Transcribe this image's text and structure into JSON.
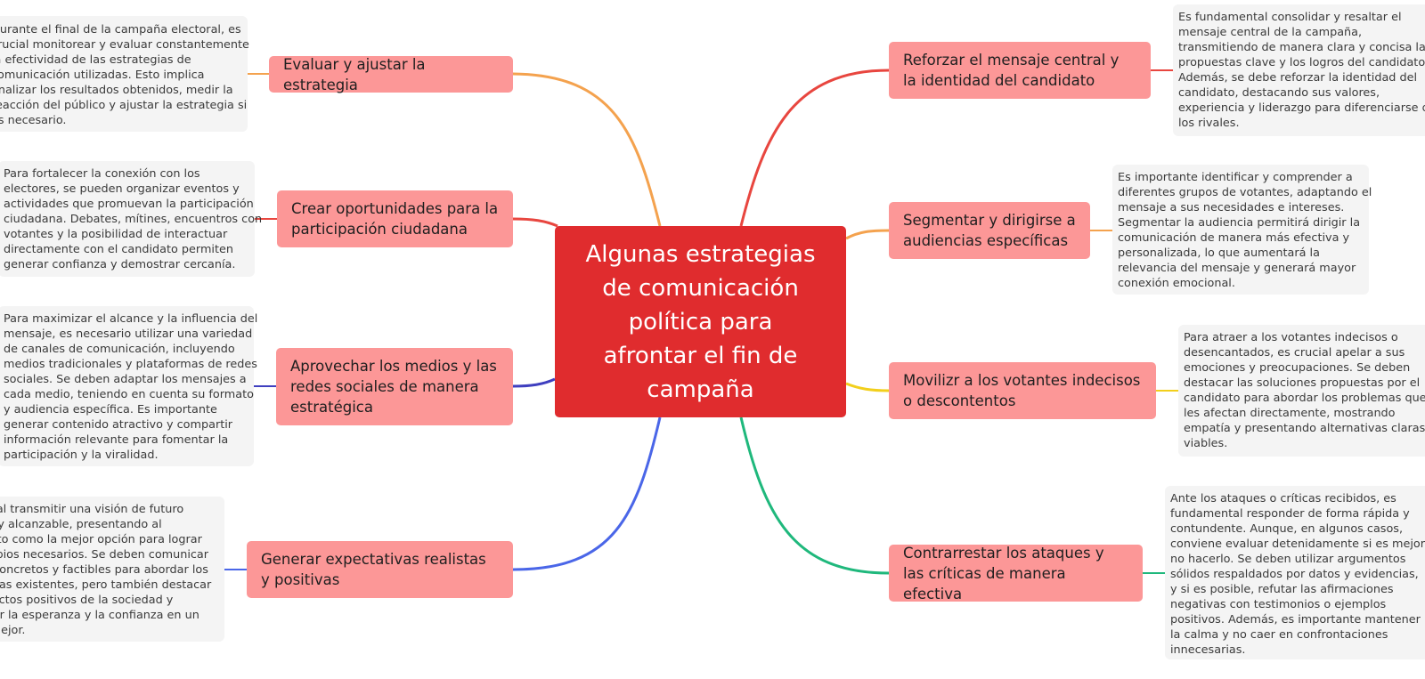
{
  "central": {
    "lines": [
      "Algunas estrategias",
      "de comunicación",
      "política para",
      "afrontar el fin de",
      "campaña"
    ]
  },
  "colors": {
    "central": "#e02c2e",
    "topic": "#fc9797",
    "note": "#f4f4f4",
    "branch_evaluar": "#f4a24e",
    "branch_crear": "#e8463f",
    "branch_aprovechar": "#3f3fbf",
    "branch_generar": "#4a66e8",
    "branch_reforzar": "#e8463f",
    "branch_segmentar": "#f4a24e",
    "branch_movilizar": "#f2cf1c",
    "branch_contrarrestar": "#1fb87c"
  },
  "topics": {
    "evaluar": "Evaluar y ajustar la estrategia",
    "crear": "Crear oportunidades para la participación ciudadana",
    "aprovechar": "Aprovechar los medios y las redes sociales de manera estratégica",
    "generar": "Generar expectativas realistas y positivas",
    "reforzar": "Reforzar el mensaje central y la identidad del candidato",
    "segmentar": "Segmentar y dirigirse a audiencias específicas",
    "movilizar": "Movilizr a los votantes indecisos o descontentos",
    "contrarrestar": "Contrarrestar los ataques y las críticas de manera efectiva"
  },
  "notes": {
    "evaluar": [
      "Durante el final de la campaña electoral, es",
      "crucial monitorear y evaluar constantemente",
      "la efectividad de las estrategias de",
      "comunicación utilizadas. Esto implica",
      "analizar los resultados obtenidos, medir la",
      "reacción del público y ajustar la estrategia si",
      "es necesario."
    ],
    "crear": [
      "Para fortalecer la conexión con los",
      "electores, se pueden organizar eventos y",
      "actividades que promuevan la participación",
      "ciudadana. Debates, mítines, encuentros con",
      "votantes y la posibilidad de interactuar",
      "directamente con el candidato permiten",
      "generar confianza y demostrar cercanía."
    ],
    "aprovechar": [
      "Para maximizar el alcance y la influencia del",
      "mensaje, es necesario utilizar una variedad",
      "de canales de comunicación, incluyendo",
      "medios tradicionales y plataformas de redes",
      "sociales. Se deben adaptar los mensajes a",
      "cada medio, teniendo en cuenta su formato",
      "y audiencia específica. Es importante",
      "generar contenido atractivo y compartir",
      "información relevante para fomentar la",
      "participación y la viralidad."
    ],
    "generar": [
      "Es crucial transmitir una visión de futuro",
      "realista y alcanzable, presentando al",
      "candidato como la mejor opción para lograr",
      "los cambios necesarios. Se deben comunicar",
      "planes concretos y factibles para abordar los",
      "problemas existentes, pero también destacar",
      "los aspectos positivos de la sociedad y",
      "fomentar la esperanza y la confianza en un",
      "futuro mejor."
    ],
    "reforzar": [
      "Es fundamental consolidar y resaltar el",
      "mensaje central de la campaña,",
      "transmitiendo de manera clara y concisa las",
      "propuestas clave y los logros del candidato.",
      "Además, se debe reforzar la identidad del",
      "candidato, destacando sus valores,",
      "experiencia y liderazgo para diferenciarse de",
      "los rivales."
    ],
    "segmentar": [
      "Es importante identificar y comprender a",
      "diferentes grupos de votantes, adaptando el",
      "mensaje a sus necesidades e intereses.",
      "Segmentar la audiencia permitirá dirigir la",
      "comunicación de manera más efectiva y",
      "personalizada, lo que aumentará la",
      "relevancia del mensaje y generará mayor",
      "conexión emocional."
    ],
    "movilizar": [
      "Para atraer a los votantes indecisos o",
      "desencantados, es crucial apelar a sus",
      "emociones y preocupaciones. Se deben",
      "destacar las soluciones propuestas por el",
      "candidato para abordar los problemas que",
      "les afectan directamente, mostrando",
      "empatía y presentando alternativas claras y",
      "viables."
    ],
    "contrarrestar": [
      "Ante los ataques o críticas recibidos, es",
      "fundamental responder de forma rápida y",
      "contundente. Aunque, en algunos casos,",
      "conviene evaluar detenidamente si es mejor",
      "no hacerlo. Se deben utilizar argumentos",
      "sólidos respaldados por datos y evidencias,",
      "y si es posible, refutar las afirmaciones",
      "negativas con testimonios o ejemplos",
      "positivos. Además, es importante mantener",
      "la calma y no caer en confrontaciones",
      "innecesarias."
    ]
  }
}
